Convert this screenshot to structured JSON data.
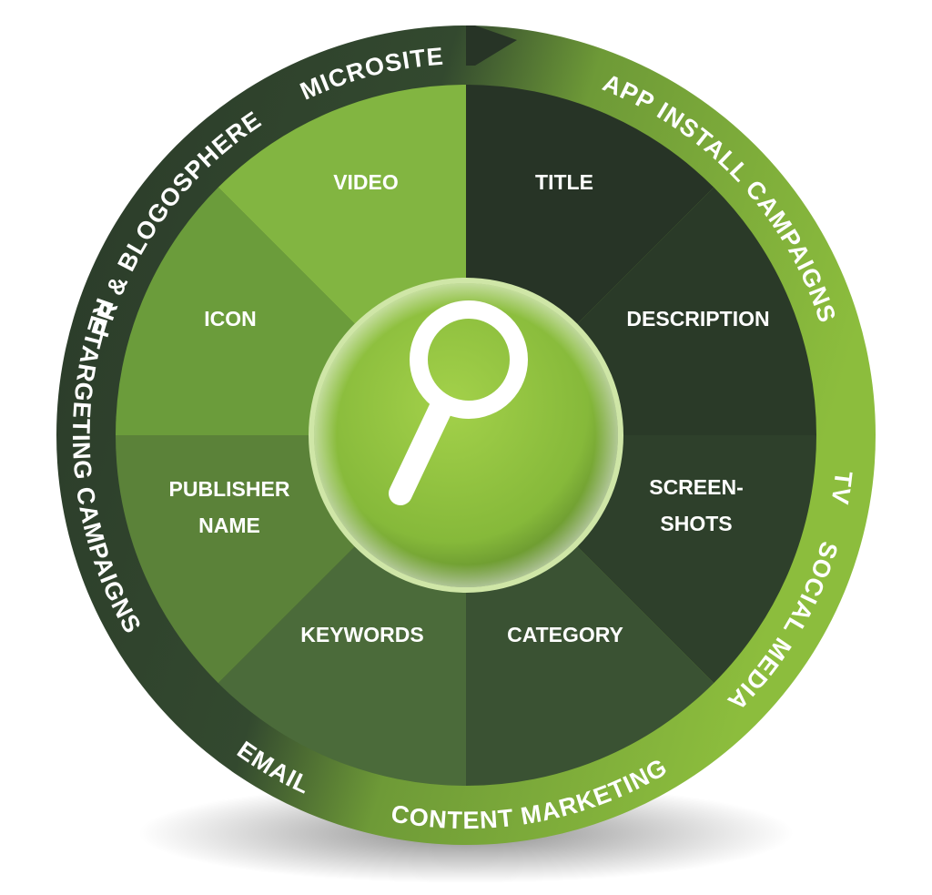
{
  "palette": {
    "outer_dark": "#2c3e2b",
    "outer_light": "#8fbf3e",
    "center": "#8dc03c",
    "icon": "#ffffff",
    "text": "#ffffff"
  },
  "center_icon": "magnifier-icon",
  "segments": [
    {
      "key": "title",
      "label_lines": [
        "TITLE"
      ],
      "color": "#273426"
    },
    {
      "key": "description",
      "label_lines": [
        "DESCRIPTION"
      ],
      "color": "#2a3a28"
    },
    {
      "key": "screenshots",
      "label_lines": [
        "SCREEN-",
        "SHOTS"
      ],
      "color": "#2e402b"
    },
    {
      "key": "category",
      "label_lines": [
        "CATEGORY"
      ],
      "color": "#3a5233"
    },
    {
      "key": "keywords",
      "label_lines": [
        "KEYWORDS"
      ],
      "color": "#4b6b3a"
    },
    {
      "key": "publisher_name",
      "label_lines": [
        "PUBLISHER",
        "NAME"
      ],
      "color": "#5b8239"
    },
    {
      "key": "icon",
      "label_lines": [
        "ICON"
      ],
      "color": "#6b9c3b"
    },
    {
      "key": "video",
      "label_lines": [
        "VIDEO"
      ],
      "color": "#82b541"
    }
  ],
  "ring_labels": [
    {
      "key": "app_install",
      "text": "APP INSTALL CAMPAIGNS"
    },
    {
      "key": "tv",
      "text": "TV"
    },
    {
      "key": "social_media",
      "text": "SOCIAL MEDIA"
    },
    {
      "key": "content_marketing",
      "text": "CONTENT MARKETING"
    },
    {
      "key": "email",
      "text": "EMAIL"
    },
    {
      "key": "retargeting",
      "text": "RETARGETING CAMPAIGNS"
    },
    {
      "key": "pr",
      "text": "PR & BLOGOSPHERE"
    },
    {
      "key": "microsite",
      "text": "MICROSITE"
    }
  ]
}
